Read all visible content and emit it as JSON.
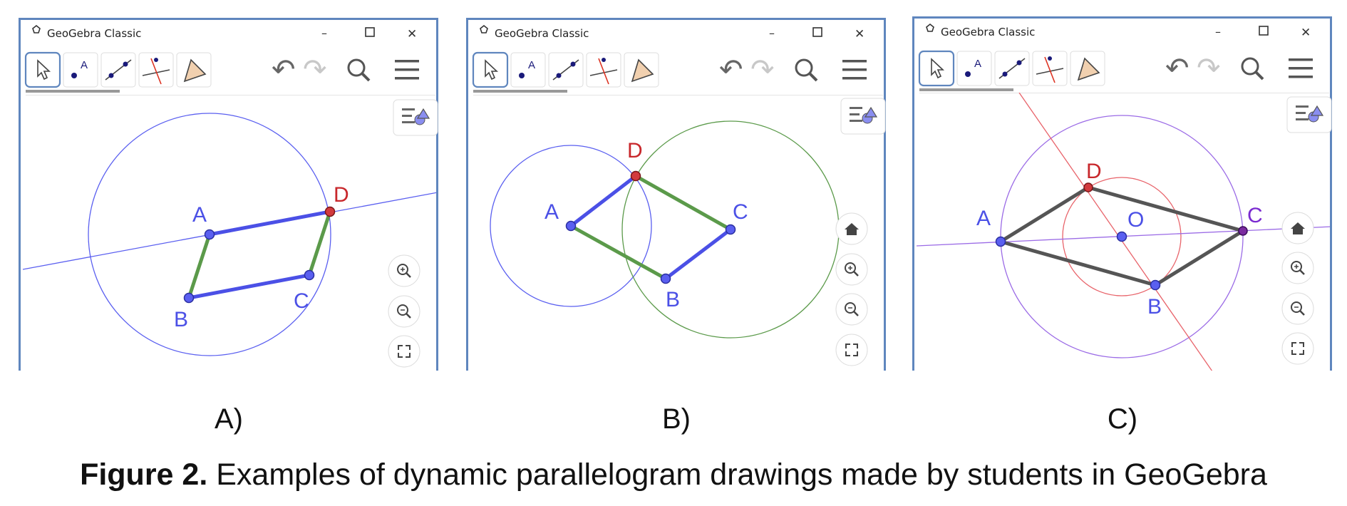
{
  "figure": {
    "caption_bold": "Figure 2.",
    "caption_text": " Examples of dynamic parallelogram drawings made by students in GeoGebra"
  },
  "colors": {
    "window_border": "#5f86be",
    "blue_object": "#4b50e6",
    "green_object": "#5b9a4a",
    "red_point": "#c8282c",
    "dark_segment": "#555555",
    "violet_object": "#9b6be6",
    "red_line": "#e8636a"
  },
  "panels": [
    {
      "label": "A)",
      "window": {
        "title": "GeoGebra Classic",
        "minimize": "–",
        "maximize": "☐",
        "close": "✕"
      },
      "toolbar": {
        "tools": [
          "move-tool",
          "point-tool",
          "line-tool",
          "perpendicular-line-tool",
          "polygon-tool"
        ],
        "undo": "↶",
        "redo": "↷",
        "search": "search",
        "menu": "menu"
      },
      "points": [
        {
          "name": "A",
          "color": "blue"
        },
        {
          "name": "B",
          "color": "blue"
        },
        {
          "name": "C",
          "color": "blue"
        },
        {
          "name": "D",
          "color": "red"
        }
      ],
      "graphics_buttons": [
        "zoom-in",
        "zoom-out",
        "fullscreen"
      ]
    },
    {
      "label": "B)",
      "window": {
        "title": "GeoGebra Classic",
        "minimize": "–",
        "maximize": "☐",
        "close": "✕"
      },
      "toolbar": {
        "tools": [
          "move-tool",
          "point-tool",
          "line-tool",
          "perpendicular-line-tool",
          "polygon-tool"
        ],
        "undo": "↶",
        "redo": "↷",
        "search": "search",
        "menu": "menu"
      },
      "points": [
        {
          "name": "A",
          "color": "blue"
        },
        {
          "name": "B",
          "color": "blue"
        },
        {
          "name": "C",
          "color": "blue"
        },
        {
          "name": "D",
          "color": "red"
        }
      ],
      "graphics_buttons": [
        "home",
        "zoom-in",
        "zoom-out",
        "fullscreen"
      ]
    },
    {
      "label": "C)",
      "window": {
        "title": "GeoGebra Classic",
        "minimize": "–",
        "maximize": "☐",
        "close": "✕"
      },
      "toolbar": {
        "tools": [
          "move-tool",
          "point-tool",
          "line-tool",
          "perpendicular-line-tool",
          "polygon-tool"
        ],
        "undo": "↶",
        "redo": "↷",
        "search": "search",
        "menu": "menu"
      },
      "points": [
        {
          "name": "A",
          "color": "blue"
        },
        {
          "name": "B",
          "color": "blue"
        },
        {
          "name": "C",
          "color": "violet"
        },
        {
          "name": "D",
          "color": "red"
        },
        {
          "name": "O",
          "color": "blue"
        }
      ],
      "graphics_buttons": [
        "home",
        "zoom-in",
        "zoom-out",
        "fullscreen"
      ]
    }
  ]
}
